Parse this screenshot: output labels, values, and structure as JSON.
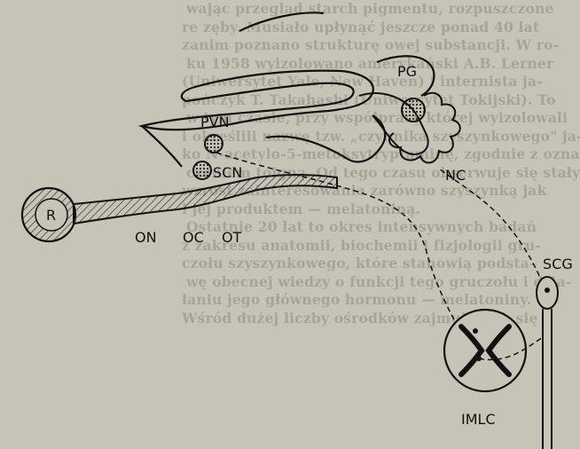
{
  "background_lines": [
    "wając przegląd starch pigmentu, rozpuszczone",
    "re zęby. Musiało upłynąć jeszcze ponad 40 lat",
    "zanim poznano strukturę owej substancji. W ro-",
    "ku 1958 wyizolowano amerykański A.B. Lerner",
    "(Uniwersytet Yale, New Haven) i internista ja-",
    "pończyk T. Takahashi (Uniwersytet Tokijski). To",
    "w tym czasie, przy współpracy której wyizolowali",
    "i określili nazwę tzw. „czynnika szyszynkowego\" ja-",
    "ko N-acetylo-5-metoksytryptaminę, zgodnie z ozna-",
    "czeniem toigną. Od tego czasu obserwuje się stały",
    "wzrost zainteresowania zarówno szyszynką jak",
    "i jej produktem — melatoniną.",
    "Ostatnie 20 lat to okres intensywnych badań",
    "z zakresu anatomii, biochemii i fizjologii gru-",
    "czołu szyszynkowego, które stanowią podsta-",
    "wę obecnej wiedzy o funkcji tego gruczołu i dzia-",
    "łaniu jego głównego hormonu — melatoniny.",
    "Wśród dużej liczby ośrodków zajmujących się"
  ],
  "labels": {
    "pg": "PG",
    "pvn": "PVN",
    "scn": "SCN",
    "nc": "NC",
    "r": "R",
    "on": "ON",
    "oc": "OC",
    "ot": "OT",
    "scg": "SCG",
    "imlc": "IMLC"
  }
}
